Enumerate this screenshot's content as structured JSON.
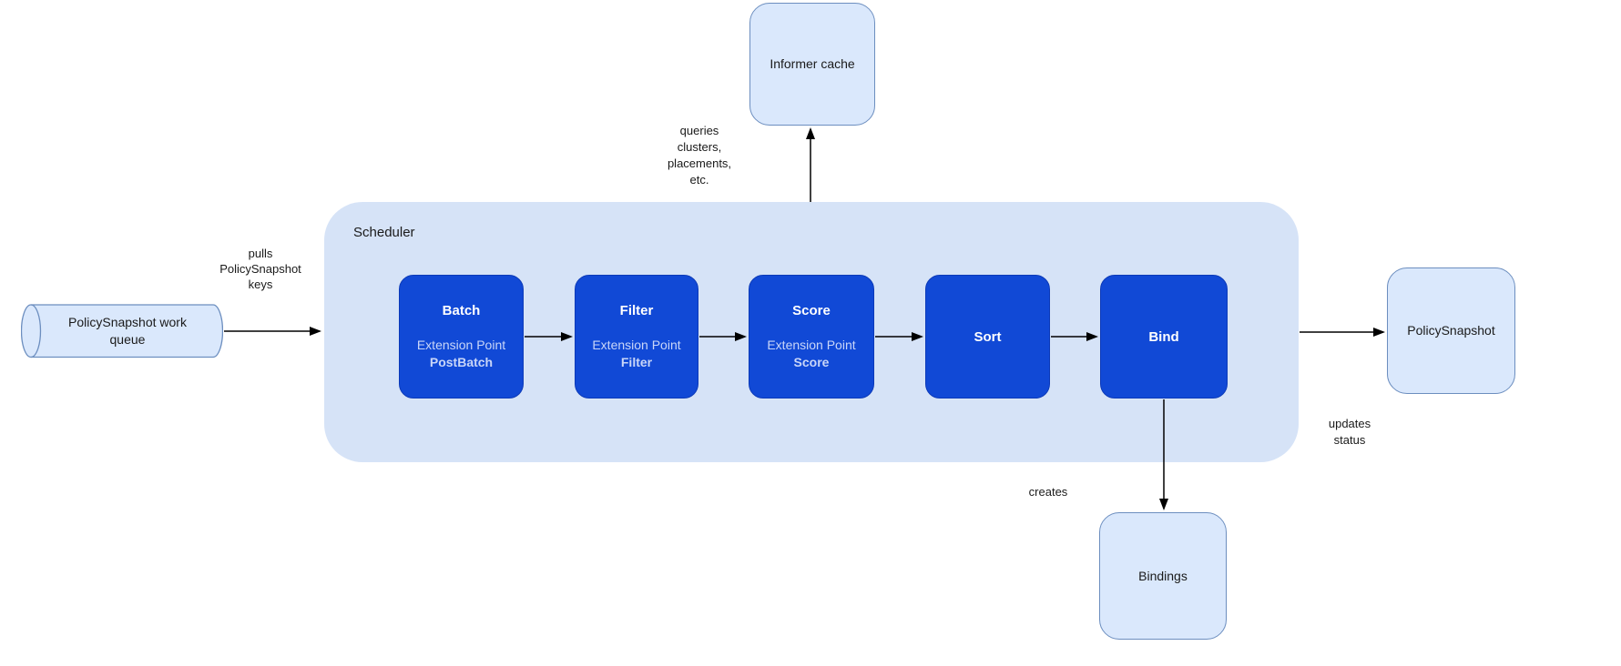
{
  "diagram": {
    "scheduler_label": "Scheduler",
    "nodes": {
      "informer_cache": "Informer cache",
      "work_queue": "PolicySnapshot work\nqueue",
      "policy_snapshot": "PolicySnapshot",
      "bindings": "Bindings"
    },
    "stages": [
      {
        "title": "Batch",
        "sub_line1": "Extension Point",
        "sub_line2": "PostBatch"
      },
      {
        "title": "Filter",
        "sub_line1": "Extension Point",
        "sub_line2": "Filter"
      },
      {
        "title": "Score",
        "sub_line1": "Extension Point",
        "sub_line2": "Score"
      },
      {
        "title": "Sort"
      },
      {
        "title": "Bind"
      }
    ],
    "edge_labels": {
      "pulls": "pulls\nPolicySnapshot\nkeys",
      "queries": "queries\nclusters,\nplacements,\netc.",
      "updates": "updates\nstatus",
      "creates": "creates"
    }
  },
  "colors": {
    "stage_fill": "#1149d6",
    "stage_border": "#0c3ab8",
    "node_fill": "#dae8fc",
    "node_border": "#6c8ebf",
    "container_fill": "#d6e3f7",
    "stage_subtext": "#c9d6f8",
    "text": "#1a1a1a",
    "arrow": "#000000"
  }
}
